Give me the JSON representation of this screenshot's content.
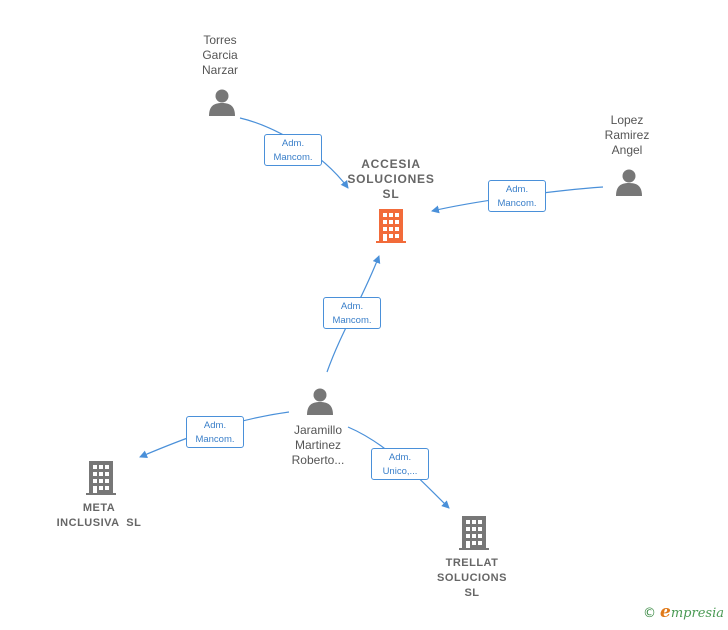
{
  "colors": {
    "person": "#777777",
    "company": "#777777",
    "focal_company": "#f26b3a",
    "edge": "#4a90d9",
    "label_text": "#555555"
  },
  "nodes": {
    "accesia": {
      "type": "company",
      "focal": true,
      "lines": [
        "ACCESIA",
        "SOLUCIONES",
        "SL"
      ],
      "icon": "building-icon"
    },
    "torres": {
      "type": "person",
      "lines": [
        "Torres",
        "Garcia",
        "Narzar"
      ],
      "icon": "person-icon"
    },
    "lopez": {
      "type": "person",
      "lines": [
        "Lopez",
        "Ramirez",
        "Angel"
      ],
      "icon": "person-icon"
    },
    "jaramillo": {
      "type": "person",
      "lines": [
        "Jaramillo",
        "Martinez",
        "Roberto..."
      ],
      "icon": "person-icon"
    },
    "meta": {
      "type": "company",
      "lines": [
        "META",
        "INCLUSIVA  SL"
      ],
      "icon": "building-icon"
    },
    "trellat": {
      "type": "company",
      "lines": [
        "TRELLAT",
        "SOLUCIONS",
        "SL"
      ],
      "icon": "building-icon"
    }
  },
  "edges": [
    {
      "from": "torres",
      "to": "accesia",
      "lines": [
        "Adm.",
        "Mancom."
      ]
    },
    {
      "from": "lopez",
      "to": "accesia",
      "lines": [
        "Adm.",
        "Mancom."
      ]
    },
    {
      "from": "jaramillo",
      "to": "accesia",
      "lines": [
        "Adm.",
        "Mancom."
      ]
    },
    {
      "from": "jaramillo",
      "to": "meta",
      "lines": [
        "Adm.",
        "Mancom."
      ]
    },
    {
      "from": "jaramillo",
      "to": "trellat",
      "lines": [
        "Adm.",
        "Unico,..."
      ]
    }
  ],
  "brand": {
    "copyright": "©",
    "name_initial": "e",
    "name_rest": "mpresia"
  }
}
